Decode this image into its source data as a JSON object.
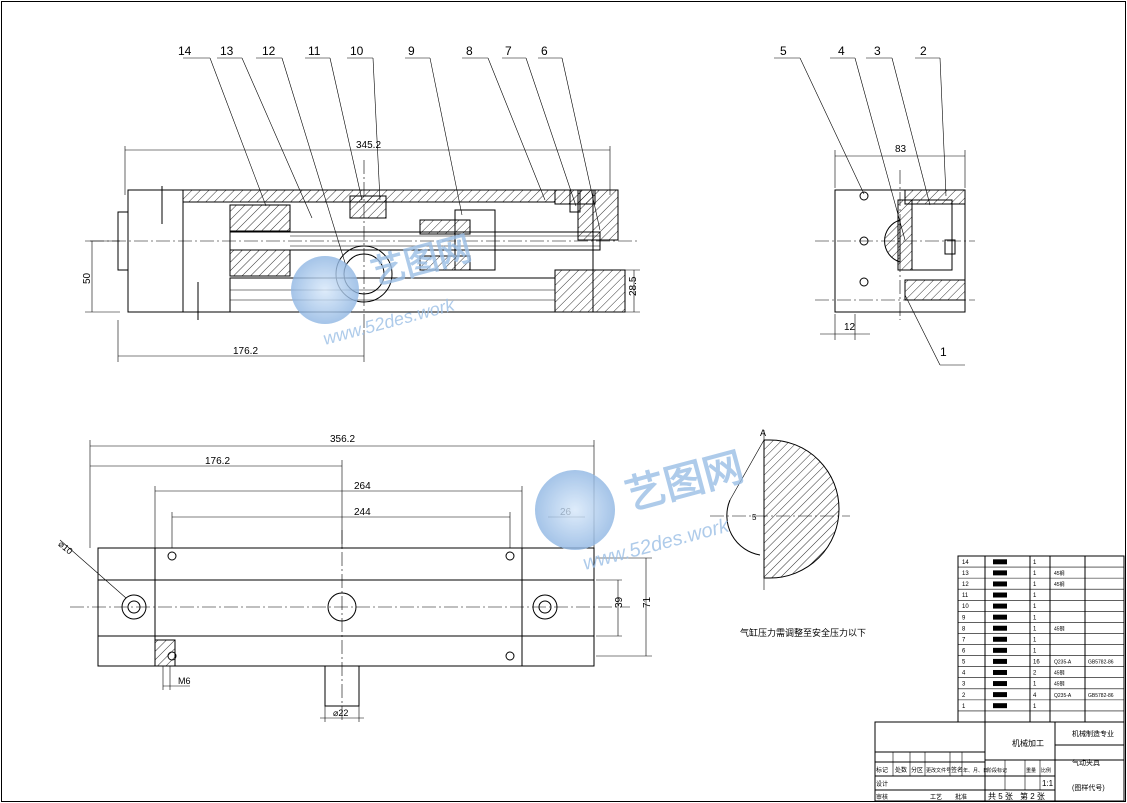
{
  "balloons": {
    "top_left": [
      "14",
      "13",
      "12",
      "11",
      "10",
      "9",
      "8",
      "7",
      "6"
    ],
    "top_right": [
      "5",
      "4",
      "3",
      "2"
    ],
    "side": "1"
  },
  "dimensions": {
    "top_length": "345.2",
    "top_left_length": "176.2",
    "top_height": "50",
    "top_right_height": "28.5",
    "side_width": "83",
    "side_offset": "12",
    "bottom_length": "356.2",
    "bottom_length2": "176.2",
    "bottom_264": "264",
    "bottom_244": "244",
    "bottom_26": "26",
    "bottom_hole": "⌀10",
    "bottom_height1": "39",
    "bottom_height2": "71",
    "bottom_thread": "M6",
    "bottom_shaft": "⌀22",
    "detail_label": "A",
    "detail_small": "5"
  },
  "note": "气缸压力需调整至安全压力以下",
  "watermark": {
    "brand": "艺图网",
    "url": "www.52des.work"
  },
  "parts_list": {
    "rows": [
      {
        "no": "14",
        "qty": "1",
        "mat": "",
        "std": ""
      },
      {
        "no": "13",
        "qty": "1",
        "mat": "45钢",
        "std": ""
      },
      {
        "no": "12",
        "qty": "1",
        "mat": "45钢",
        "std": ""
      },
      {
        "no": "11",
        "qty": "1",
        "mat": "",
        "std": ""
      },
      {
        "no": "10",
        "qty": "1",
        "mat": "",
        "std": ""
      },
      {
        "no": "9",
        "qty": "1",
        "mat": "",
        "std": ""
      },
      {
        "no": "8",
        "qty": "1",
        "mat": "45钢",
        "std": ""
      },
      {
        "no": "7",
        "qty": "1",
        "mat": "",
        "std": ""
      },
      {
        "no": "6",
        "qty": "1",
        "mat": "",
        "std": ""
      },
      {
        "no": "5",
        "qty": "16",
        "mat": "Q235-A",
        "std": "GB5782-86"
      },
      {
        "no": "4",
        "qty": "2",
        "mat": "45钢",
        "std": ""
      },
      {
        "no": "3",
        "qty": "1",
        "mat": "45钢",
        "std": ""
      },
      {
        "no": "2",
        "qty": "4",
        "mat": "Q235-A",
        "std": "GB5782-86"
      },
      {
        "no": "1",
        "qty": "1",
        "mat": "",
        "std": ""
      }
    ]
  },
  "title_block": {
    "drawing_name": "机械加工",
    "company": "机械制造专业",
    "assembly": "气动夹具",
    "scale": "1:1",
    "sheet_total": "共 5 张",
    "sheet_no": "第 2 张",
    "design_org": "(图样代号)",
    "head_cells": [
      "标记",
      "处数",
      "分区",
      "更改文件号",
      "签名",
      "年、月、日"
    ],
    "roles": [
      "设计",
      "审核",
      "工艺",
      "批准"
    ],
    "stage_cells": [
      "阶段标记",
      "重量",
      "比例"
    ]
  },
  "colors": {
    "line": "#000000",
    "watermark": "#9bbfe6",
    "background": "#ffffff"
  }
}
